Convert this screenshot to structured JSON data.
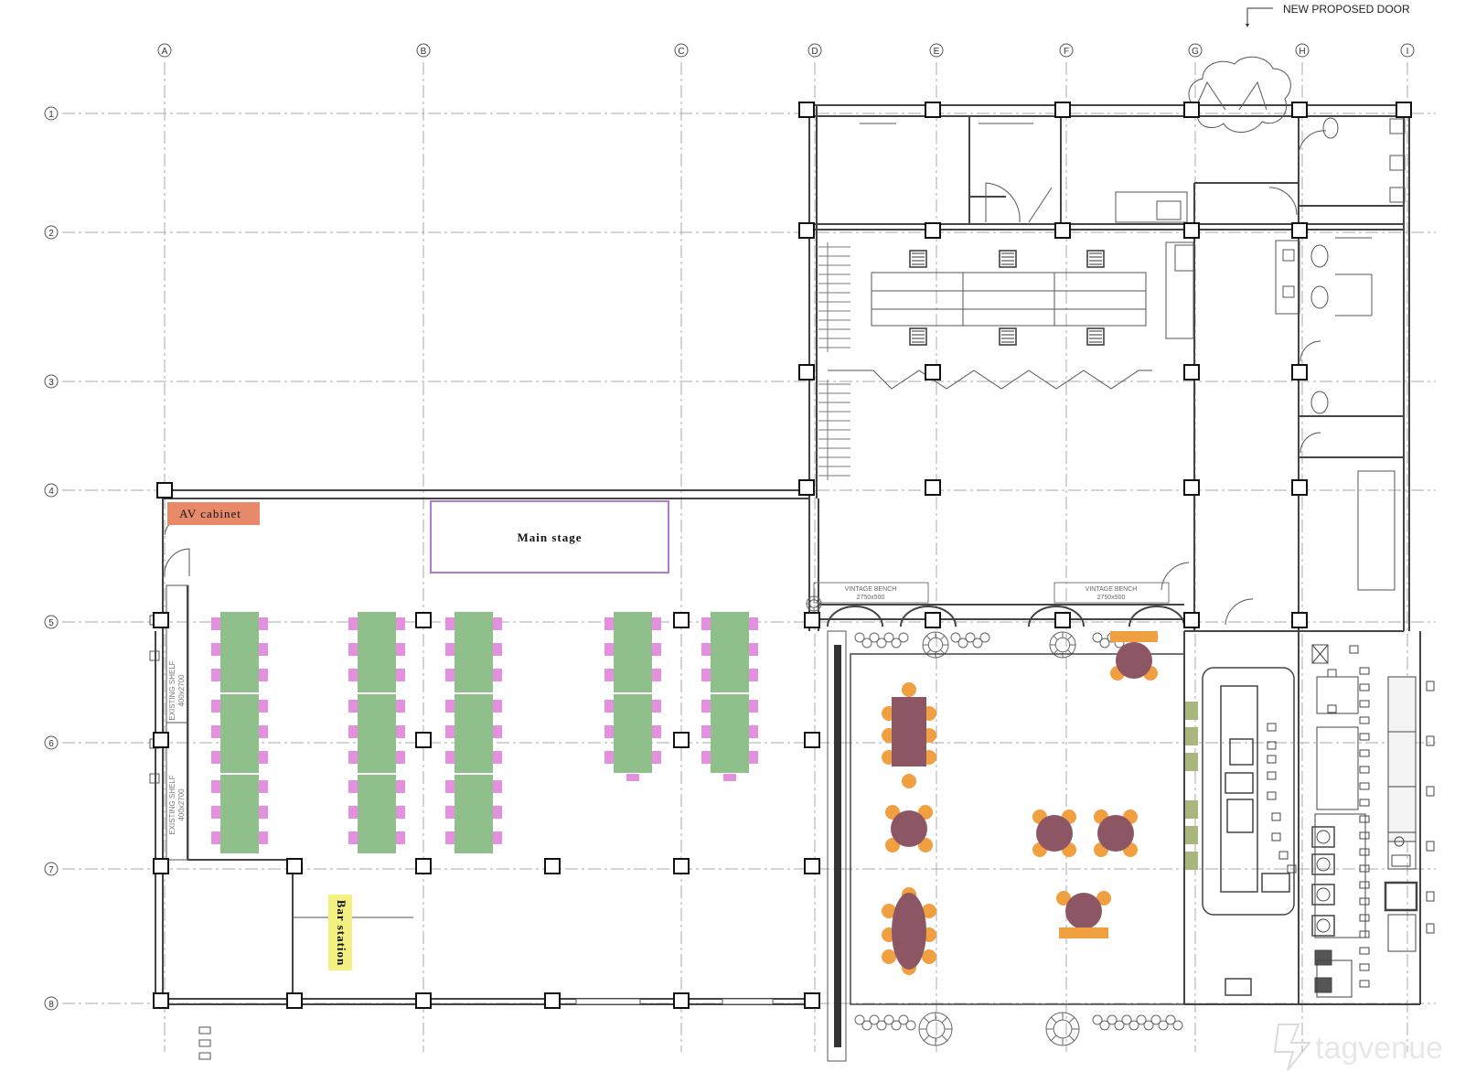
{
  "columns": [
    "A",
    "B",
    "C",
    "D",
    "E",
    "F",
    "G",
    "H",
    "I"
  ],
  "rows": [
    "1",
    "2",
    "3",
    "4",
    "5",
    "6",
    "7",
    "8"
  ],
  "labels": {
    "new_door": "NEW PROPOSED DOOR",
    "av_cabinet": "AV cabinet",
    "main_stage": "Main stage",
    "bar_station": "Bar station",
    "bench_1": "VINTAGE BENCH",
    "bench_1_size": "2750x500",
    "bench_2": "VINTAGE BENCH",
    "bench_2_size": "2750x500",
    "shelf_1": "EXISTING SHELF",
    "shelf_1_size": "400x2700",
    "shelf_2": "EXISTING SHELF",
    "shelf_2_size": "400x2700",
    "watermark": "tagvenue"
  },
  "colors": {
    "grid": "#9a9a9a",
    "wall": "#333333",
    "table_green": "#8fbf8a",
    "chair_pink": "#e58fe0",
    "table_round": "#8d5665",
    "chair_orange": "#f0a040",
    "av_cabinet": "#e8896a",
    "bar_station": "#f5f082",
    "stage_border": "#b07ad0",
    "counter_green": "#a8b87c"
  }
}
